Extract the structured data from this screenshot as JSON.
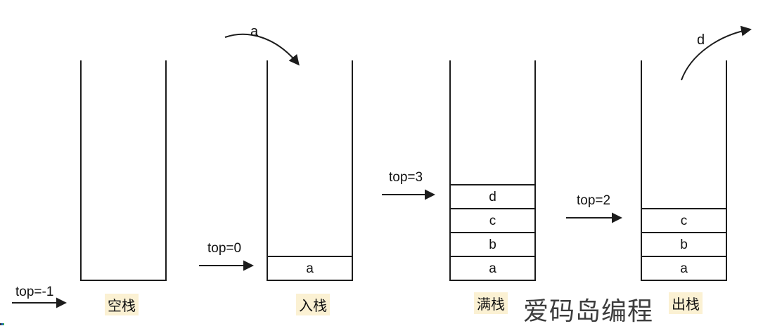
{
  "diagram": {
    "title_meaning": "stack push/pop states",
    "stacks": [
      {
        "name": "empty-stack",
        "label": "空栈",
        "pointer": "top=-1",
        "cells": []
      },
      {
        "name": "push-stack",
        "label": "入栈",
        "pointer": "top=0",
        "cells": [
          "a"
        ],
        "incoming_item": "a"
      },
      {
        "name": "full-stack",
        "label": "满栈",
        "pointer": "top=3",
        "cells": [
          "a",
          "b",
          "c",
          "d"
        ]
      },
      {
        "name": "pop-stack",
        "label": "出栈",
        "pointer": "top=2",
        "cells": [
          "a",
          "b",
          "c"
        ],
        "outgoing_item": "d"
      }
    ]
  },
  "watermark": {
    "text": "爱码岛编程"
  },
  "colors": {
    "line": "#1c1c1c",
    "label_highlight": "#fbf1d3",
    "watermark_color": "#3d3d3d",
    "background": "#ffffff"
  }
}
